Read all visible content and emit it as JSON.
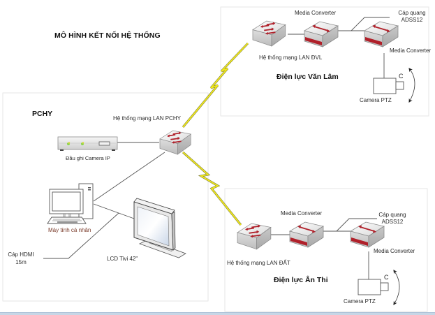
{
  "diagram": {
    "title": "MÔ HÌNH KẾT NỐI HỆ THỐNG",
    "regions": {
      "pchy": {
        "title": "PCHY",
        "switch_label": "Hệ thống mạng LAN PCHY",
        "nvr_label": "Đầu ghi Camera IP",
        "pc_label": "Máy tính cá nhân",
        "tv_label": "LCD Tivi 42\"",
        "hdmi_label_line1": "Cáp HDMI",
        "hdmi_label_line2": "15m"
      },
      "van_lam": {
        "title": "Điện lực Văn Lâm",
        "switch_label": "Hệ thống mạng LAN ĐVL",
        "media_converter_1_label": "Media Converter",
        "media_converter_2_label": "Media Converter",
        "cable_label_line1": "Cáp quang",
        "cable_label_line2": "ADSS12",
        "camera_label": "Camera PTZ",
        "camera_letter": "C"
      },
      "an_thi": {
        "title": "Điện lực Ân Thi",
        "switch_label": "Hệ thống mạng LAN ĐẤT",
        "media_converter_1_label": "Media Converter",
        "media_converter_2_label": "Media Converter",
        "cable_label_line1": "Cáp quang",
        "cable_label_line2": "ADSS12",
        "camera_label": "Camera PTZ",
        "camera_letter": "C"
      }
    },
    "colors": {
      "wan_link": "#f2ea1c",
      "wan_link_outline": "#8a8a2a",
      "device_red": "#b0202a",
      "line": "#555555",
      "region_border": "#e4e4e4"
    }
  }
}
